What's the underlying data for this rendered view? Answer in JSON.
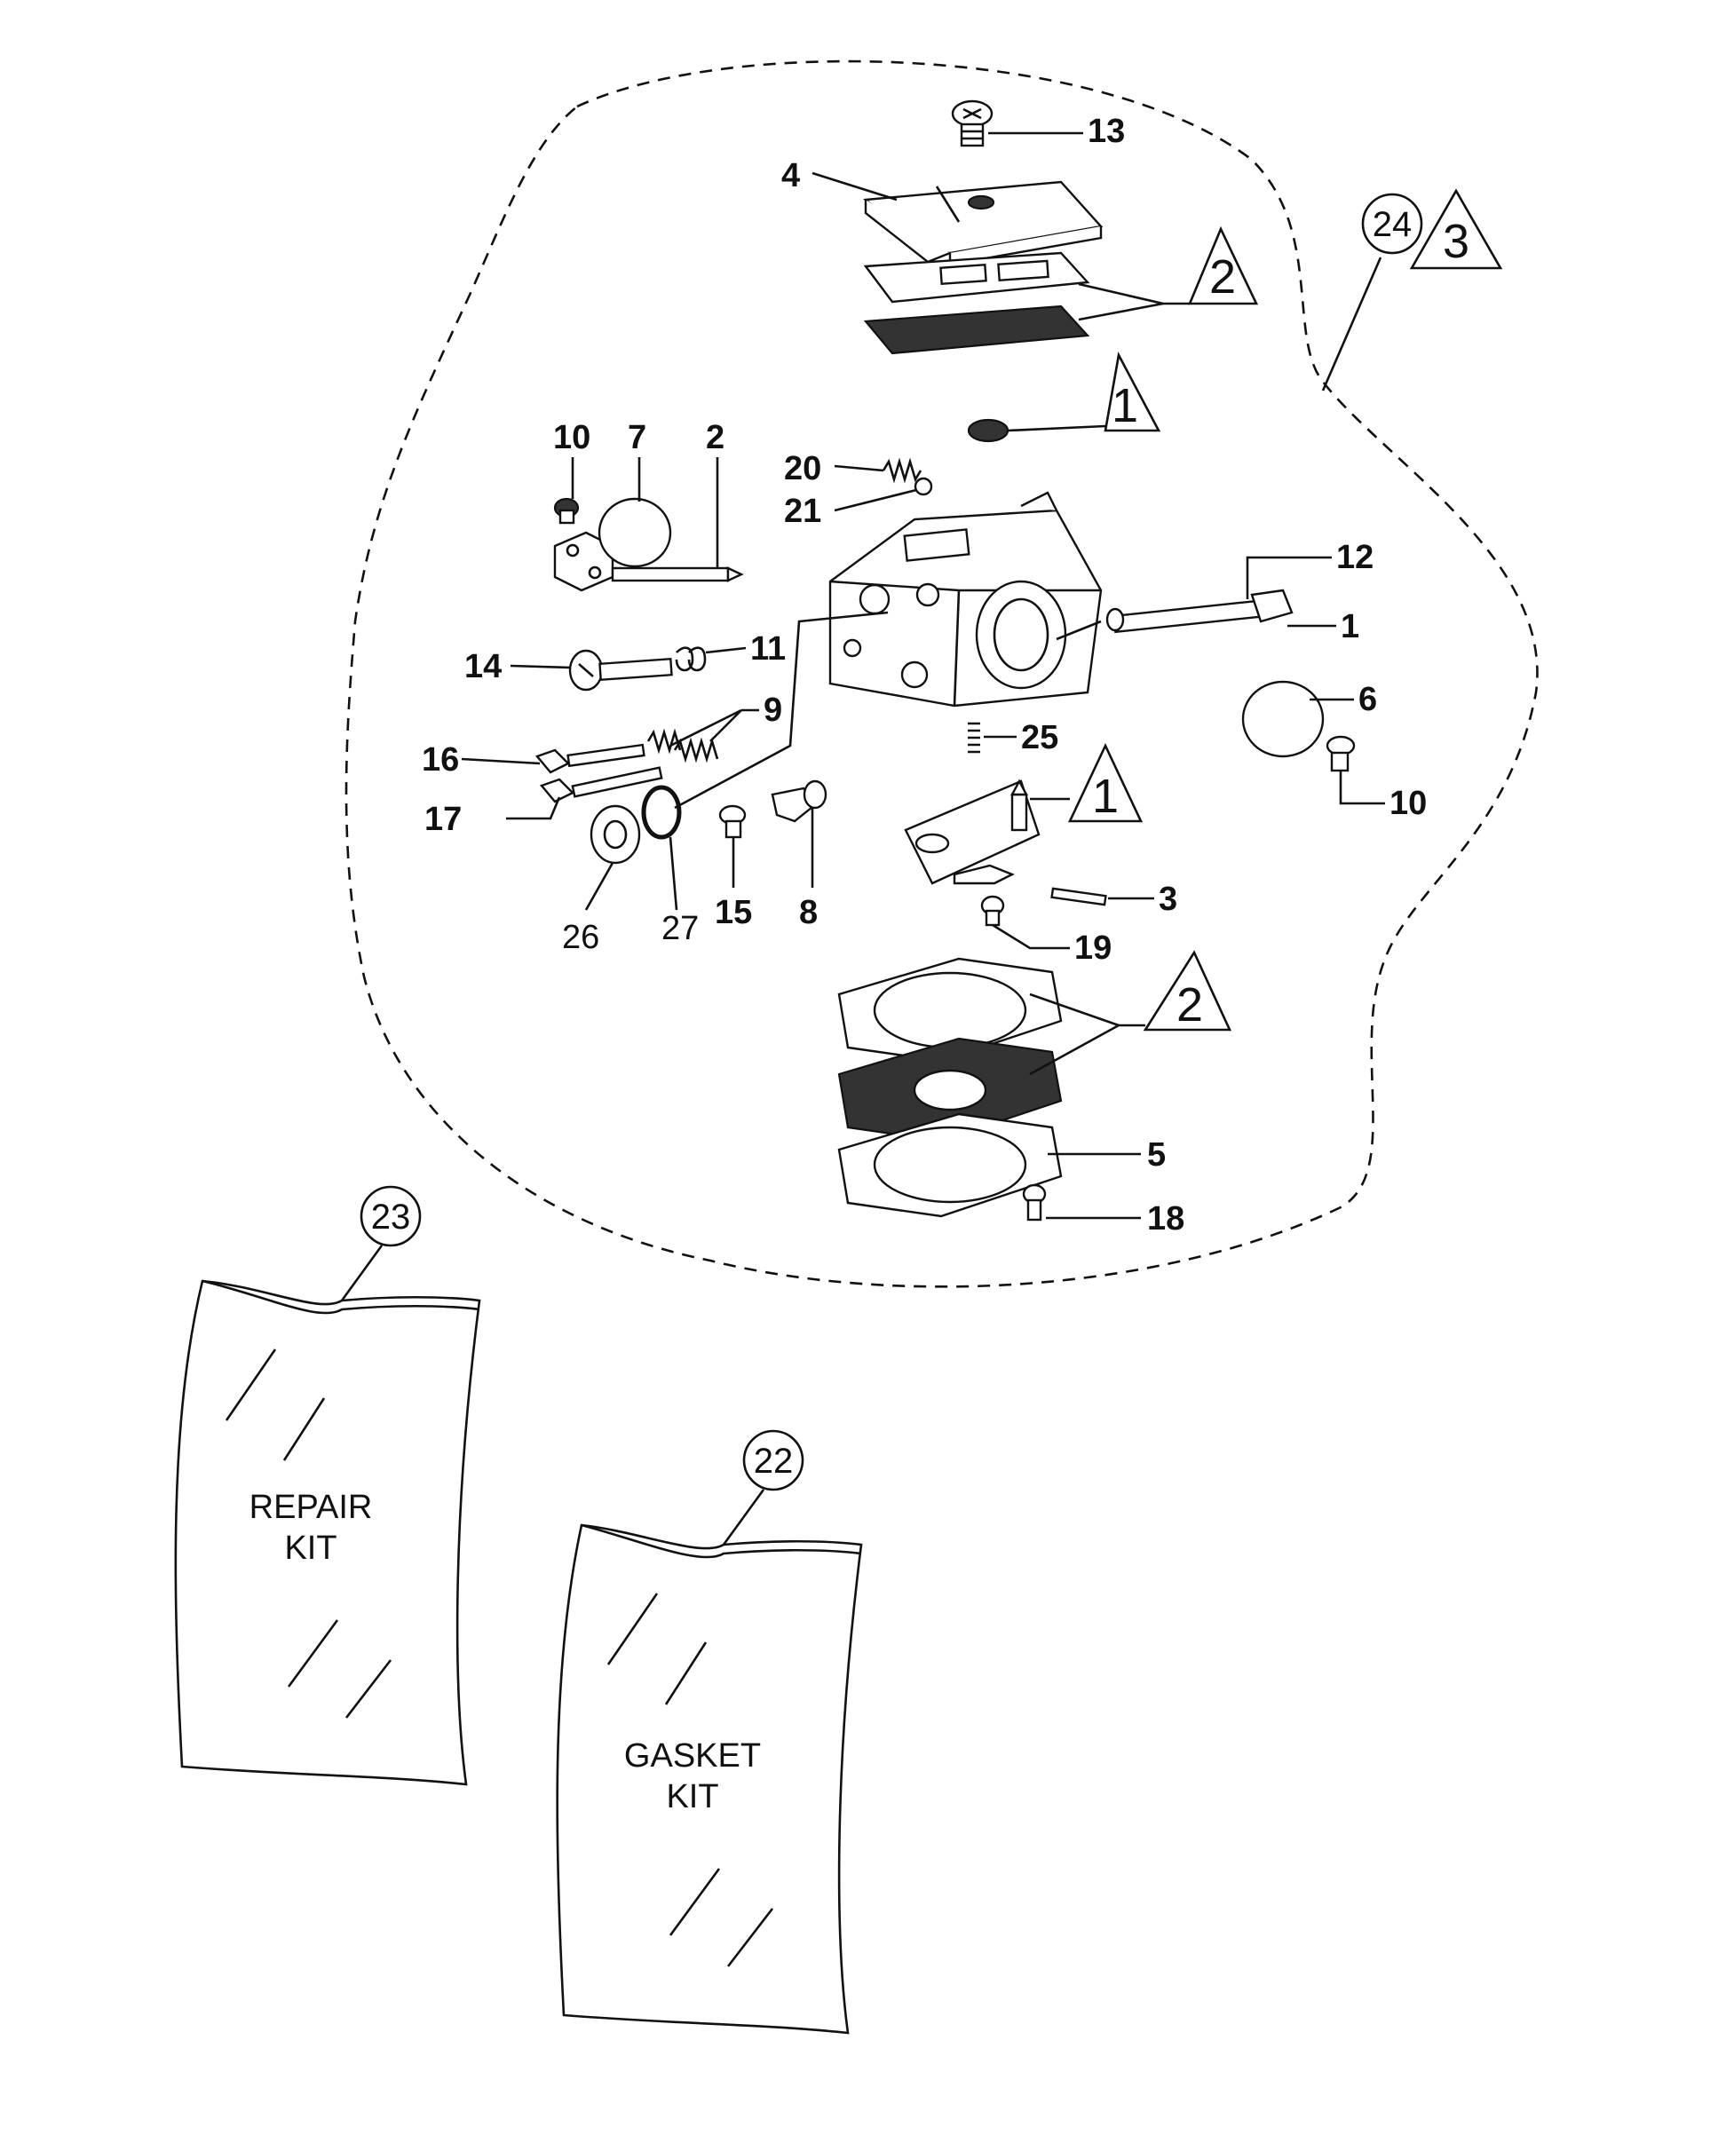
{
  "labels": {
    "l1": "1",
    "l2": "2",
    "l3": "3",
    "l4": "4",
    "l5": "5",
    "l6": "6",
    "l7": "7",
    "l8": "8",
    "l9": "9",
    "l10a": "10",
    "l10b": "10",
    "l11": "11",
    "l12": "12",
    "l13": "13",
    "l14": "14",
    "l15": "15",
    "l16": "16",
    "l17": "17",
    "l18": "18",
    "l19": "19",
    "l20": "20",
    "l21": "21",
    "l25": "25",
    "l26": "26",
    "l27": "27"
  },
  "callouts": {
    "c24": "24",
    "c23": "23",
    "c22": "22"
  },
  "triangles": {
    "t3": "3",
    "t2top": "2",
    "t1top": "1",
    "t1mid": "1",
    "t2bot": "2"
  },
  "kits": {
    "repair_line1": "REPAIR",
    "repair_line2": "KIT",
    "gasket_line1": "GASKET",
    "gasket_line2": "KIT"
  }
}
